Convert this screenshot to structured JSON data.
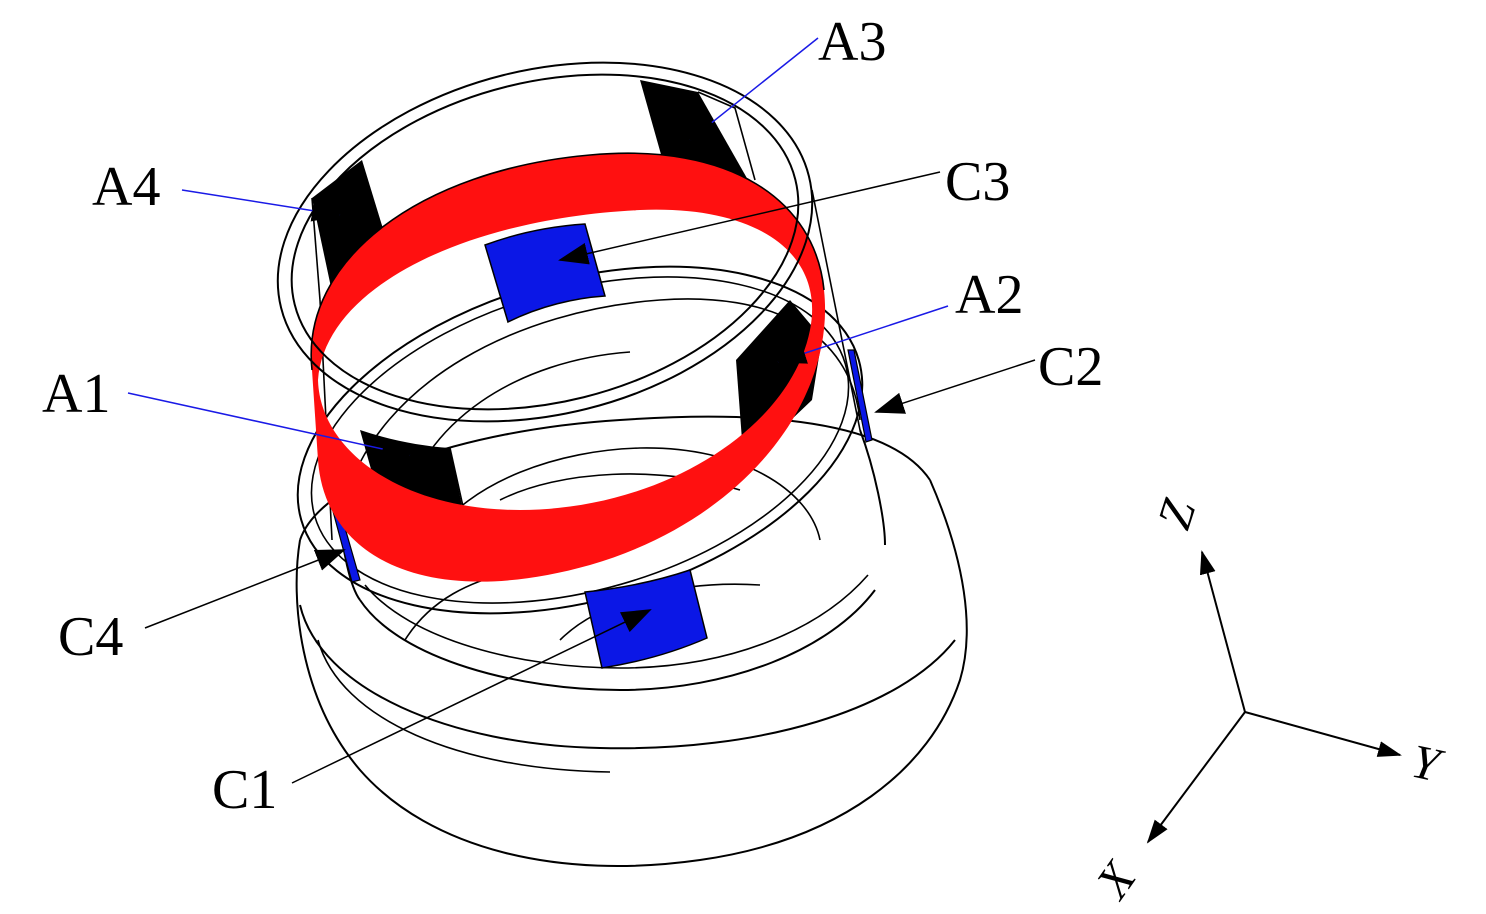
{
  "colors": {
    "ring": "#ff1010",
    "coil": "#0b17e6",
    "magnet": "#000000",
    "leader_blue": "#1a1ae6",
    "leader_black": "#000000"
  },
  "labels": {
    "A1": "A1",
    "A2": "A2",
    "A3": "A3",
    "A4": "A4",
    "C1": "C1",
    "C2": "C2",
    "C3": "C3",
    "C4": "C4"
  },
  "axes": {
    "x": "X",
    "y": "Y",
    "z": "Z"
  }
}
